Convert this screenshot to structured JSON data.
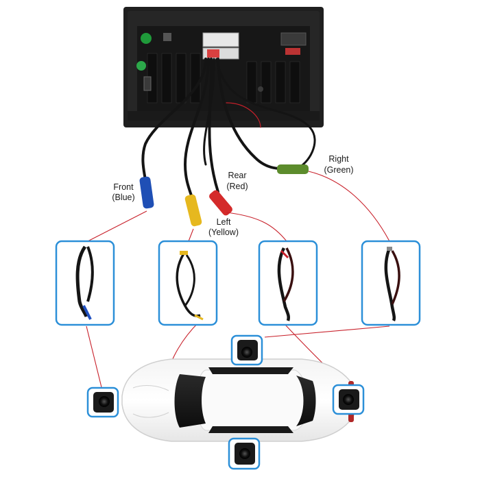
{
  "labels": {
    "front": {
      "name": "Front",
      "color": "(Blue)"
    },
    "left": {
      "name": "Left",
      "color": "(Yellow)"
    },
    "rear": {
      "name": "Rear",
      "color": "(Red)"
    },
    "right": {
      "name": "Right",
      "color": "(Green)"
    }
  },
  "colors": {
    "red_wire": "#c8202a",
    "blue_plug": "#1f4fb5",
    "yellow_plug": "#e6b81f",
    "red_plug": "#d42a2a",
    "green_plug": "#5c8c2c",
    "panel_border": "#2b8fd8",
    "head_unit": "#1c1c1c"
  },
  "icons": [
    "head-unit",
    "camera-icon",
    "car-top-view"
  ]
}
